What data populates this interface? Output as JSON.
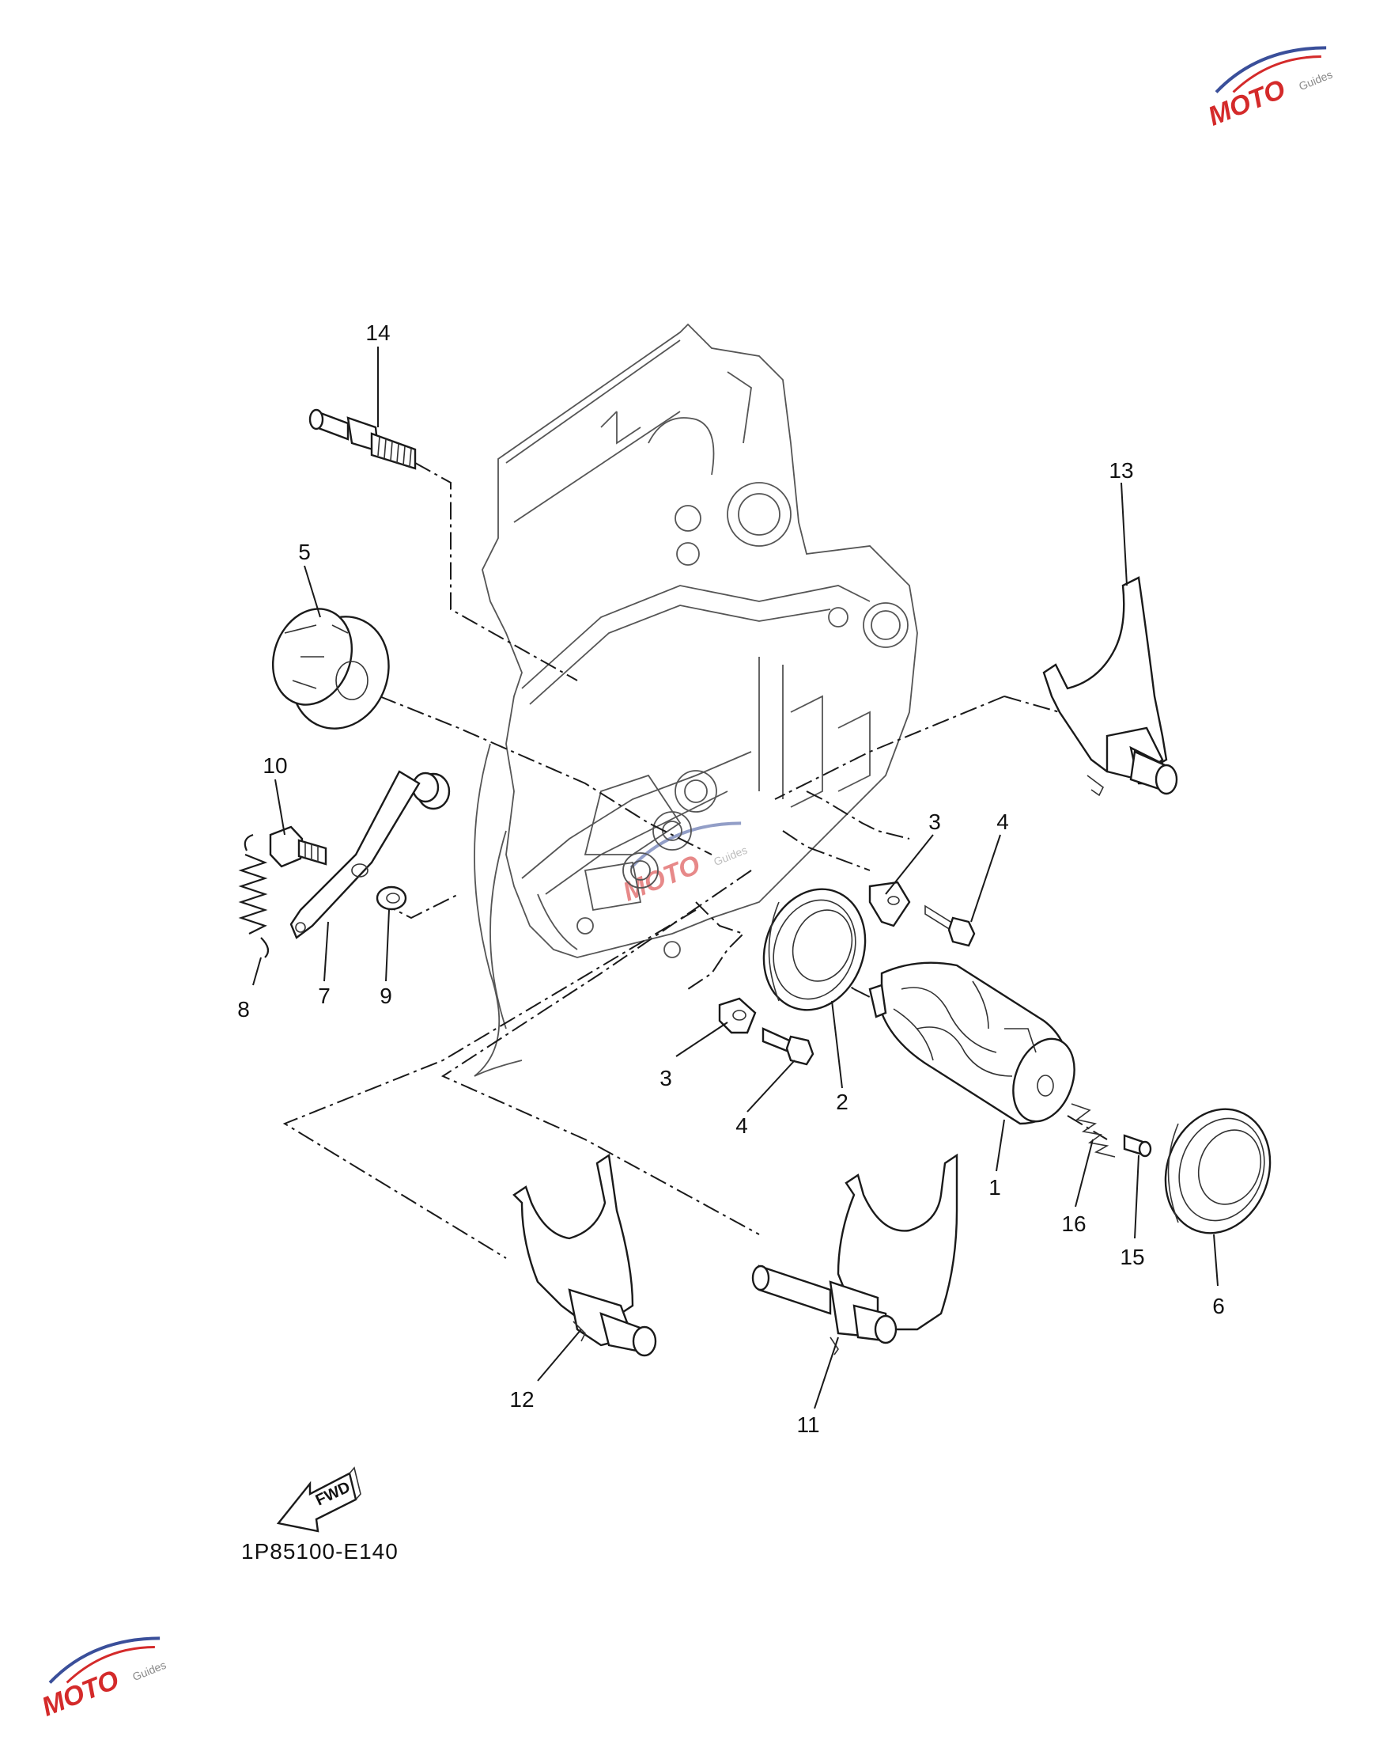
{
  "diagram": {
    "part_labels": [
      {
        "id": "1",
        "text": "1"
      },
      {
        "id": "2",
        "text": "2"
      },
      {
        "id": "3a",
        "text": "3"
      },
      {
        "id": "3b",
        "text": "3"
      },
      {
        "id": "4a",
        "text": "4"
      },
      {
        "id": "4b",
        "text": "4"
      },
      {
        "id": "5",
        "text": "5"
      },
      {
        "id": "6",
        "text": "6"
      },
      {
        "id": "7",
        "text": "7"
      },
      {
        "id": "8",
        "text": "8"
      },
      {
        "id": "9",
        "text": "9"
      },
      {
        "id": "10",
        "text": "10"
      },
      {
        "id": "11",
        "text": "11"
      },
      {
        "id": "12",
        "text": "12"
      },
      {
        "id": "13",
        "text": "13"
      },
      {
        "id": "14",
        "text": "14"
      },
      {
        "id": "15",
        "text": "15"
      },
      {
        "id": "16",
        "text": "16"
      }
    ],
    "fwd_arrow_label": "FWD",
    "diagram_code": "1P85100-E140"
  },
  "watermark": {
    "brand": "MOTO",
    "tagline": "Guides",
    "colors": {
      "red": "#d42a2a",
      "blue": "#3a4f9a",
      "gray": "#8a8a8a"
    }
  }
}
